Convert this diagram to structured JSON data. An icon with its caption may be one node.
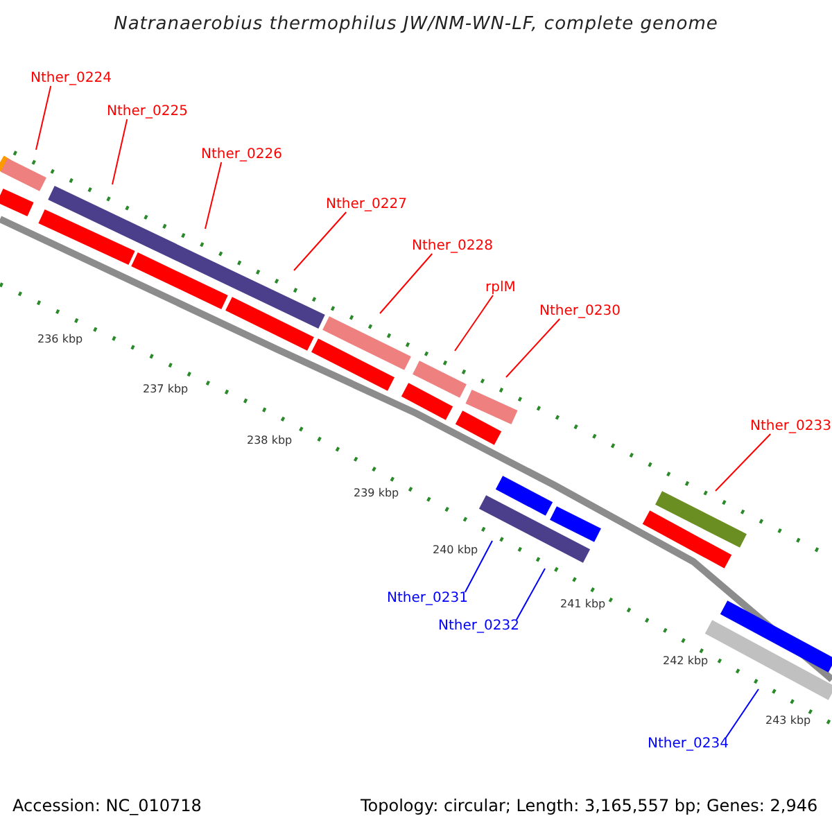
{
  "diagram": {
    "title": "Natranaerobius thermophilus JW/NM-WN-LF, complete genome",
    "nodes": [
      {
        "text": [
          "Nther_0224"
        ]
      },
      {
        "text": [
          "Nther_0225"
        ]
      },
      {
        "text": [
          "Nther_0226"
        ]
      },
      {
        "text": [
          "Nther_0227"
        ]
      },
      {
        "text": [
          "Nther_0228"
        ]
      },
      {
        "text": [
          "rplM"
        ]
      },
      {
        "text": [
          "Nther_0230"
        ]
      },
      {
        "text": [
          "Nther_0233"
        ]
      },
      {
        "text": [
          "Nther_0231"
        ]
      },
      {
        "text": [
          "Nther_0232"
        ]
      },
      {
        "text": [
          "Nther_0234"
        ]
      }
    ],
    "edges": [
      {
        "from": 0,
        "to": null,
        "arrow": "none"
      },
      {
        "from": 1,
        "to": null,
        "arrow": "none"
      },
      {
        "from": 2,
        "to": null,
        "arrow": "none"
      },
      {
        "from": 3,
        "to": null,
        "arrow": "none"
      },
      {
        "from": 4,
        "to": null,
        "arrow": "none"
      },
      {
        "from": 5,
        "to": null,
        "arrow": "none"
      },
      {
        "from": 6,
        "to": null,
        "arrow": "none"
      },
      {
        "from": 7,
        "to": null,
        "arrow": "none"
      },
      {
        "from": 8,
        "to": null,
        "arrow": "none",
        "color": "#0000ff"
      },
      {
        "from": 9,
        "to": null,
        "arrow": "none",
        "color": "#0000ff"
      },
      {
        "from": 10,
        "to": null,
        "arrow": "none",
        "color": "#0000ff"
      }
    ],
    "labels": [
      "236 kbp",
      "237 kbp",
      "238 kbp",
      "239 kbp",
      "240 kbp",
      "241 kbp",
      "242 kbp",
      "243 kbp",
      "Accession: NC_010718",
      "Topology: circular; Length: 3,165,557 bp; Genes: 2,946"
    ]
  }
}
